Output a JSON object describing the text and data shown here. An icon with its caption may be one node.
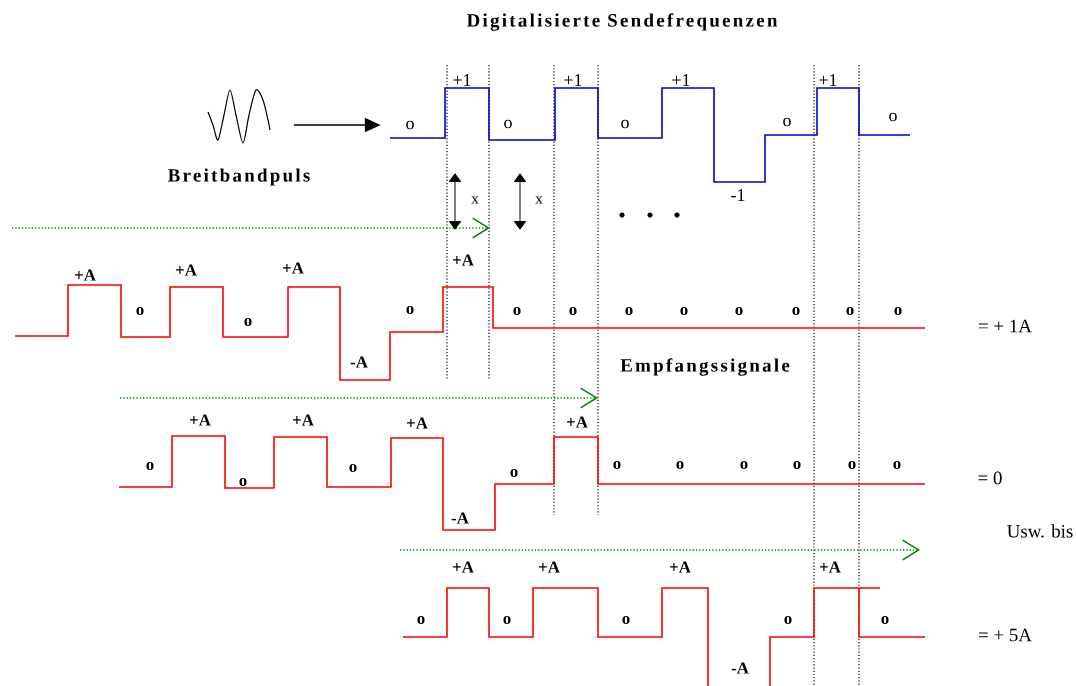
{
  "diagram": {
    "title": "Digitalisierte Sendefrequenzen",
    "nodes": [
      {
        "text": [],
        "shape": "picture",
        "beside": [
          "Breitbandpuls"
        ]
      },
      {
        "text": [],
        "shape": "picture"
      }
    ],
    "edges": [
      {
        "from": 0,
        "to": 1,
        "arrow": "to"
      }
    ],
    "labels": [
      "o",
      "+1",
      "o",
      "+1",
      "o",
      "+1",
      "o",
      "+1",
      "o",
      "-1",
      "x",
      "x",
      "+A",
      "+A",
      "+A",
      "+A",
      "o",
      "o",
      "o",
      "o",
      "o",
      "o",
      "o",
      "o",
      "o",
      "o",
      "o",
      "= + 1A",
      "-A",
      "Empfangssignale",
      "+A",
      "+A",
      "+A",
      "+A",
      "o",
      "o",
      "o",
      "o",
      "o",
      "o",
      "o",
      "o",
      "o",
      "o",
      "= 0",
      "-A",
      "Usw. bis",
      "+A",
      "+A",
      "+A",
      "+A",
      "o",
      "o",
      "o",
      "o",
      "o",
      "= + 5A",
      "-A"
    ]
  }
}
